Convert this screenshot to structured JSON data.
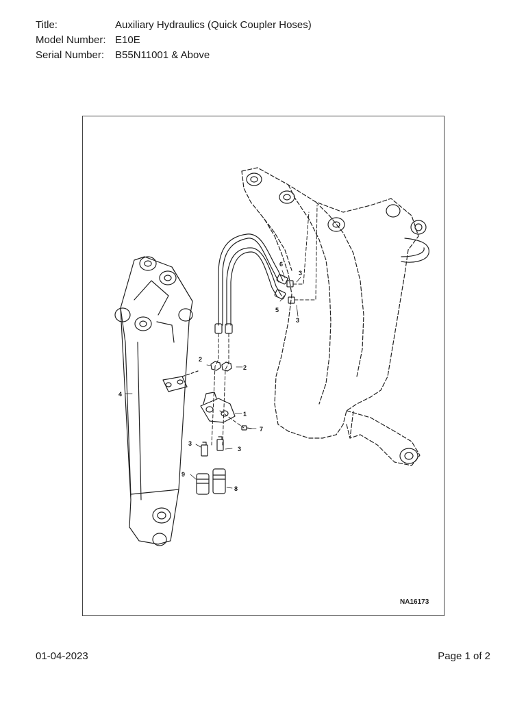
{
  "header": {
    "title_label": "Title:",
    "title_value": "Auxiliary Hydraulics (Quick Coupler Hoses)",
    "model_label": "Model Number:",
    "model_value": "E10E",
    "serial_label": "Serial Number:",
    "serial_value": "B55N11001 & Above"
  },
  "figure": {
    "drawing_number": "NA16173",
    "callouts": {
      "c1": "1",
      "c2a": "2",
      "c2b": "2",
      "c3a": "3",
      "c3b": "3",
      "c3c": "3",
      "c3d": "3",
      "c4": "4",
      "c5": "5",
      "c6": "6",
      "c7": "7",
      "c8": "8",
      "c9": "9"
    }
  },
  "footer": {
    "date": "01-04-2023",
    "page": "Page 1 of 2"
  }
}
